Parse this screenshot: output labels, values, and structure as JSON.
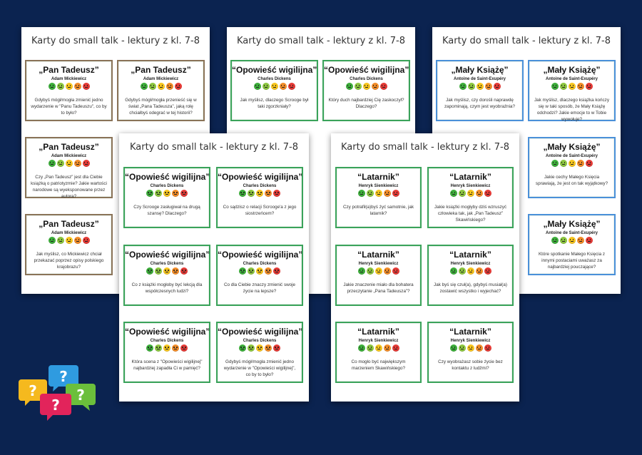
{
  "sheet_title": "Karty do small talk - lektury z kl. 7-8",
  "face_colors": [
    "#3cae3a",
    "#8cc63f",
    "#f7c51e",
    "#f28c28",
    "#e53935"
  ],
  "sheets": [
    {
      "variant": "brown",
      "cards": [
        {
          "title": "„Pan Tadeusz”",
          "author": "Adam Mickiewicz",
          "text": "Gdybyś mógł/mogła zmienić jedno wydarzenie w \"Panu Tadeuszu\", co by to było?"
        },
        {
          "title": "„Pan Tadeusz”",
          "author": "Adam Mickiewicz",
          "text": "Gdybyś mógł/mogła przenieść się w świat „Pana Tadeusza”, jaką rolę chciałbyś odegrać w tej historii?"
        },
        {
          "title": "„Pan Tadeusz”",
          "author": "Adam Mickiewicz",
          "text": "Czy „Pan Tadeusz” jest dla Ciebie książką o patriotyzmie? Jakie wartości narodowe są wyeksponowane przez autora?"
        },
        {
          "title": "„Pan Tadeusz”",
          "author": "Adam Mickiewicz",
          "text": "Jak myślisz, co Mickiewicz chciał przekazać poprzez opisy polskiego krajobrazu?"
        }
      ]
    },
    {
      "variant": "green",
      "cards": [
        {
          "title": "“Opowieść wigilijna”",
          "author": "Charles Dickens",
          "text": "Jak myślisz, dlaczego Scrooge był taki zgorzkniały?"
        },
        {
          "title": "“Opowieść wigilijna”",
          "author": "Charles Dickens",
          "text": "Który duch najbardziej Cię zaskoczył? Dlaczego?"
        }
      ]
    },
    {
      "variant": "blue",
      "cards": [
        {
          "title": "„Mały Książę”",
          "author": "Antoine de Saint-Exupéry",
          "text": "Jak myślisz, czy dorośli naprawdę zapominają, czym jest wyobraźnia?"
        },
        {
          "title": "„Mały Książę”",
          "author": "Antoine de Saint-Exupéry",
          "text": "Jak myślisz, dlaczego książka kończy się w taki sposób, że Mały Książę odchodzi? Jakie emocje to w Tobie wywołuje?"
        },
        {
          "title": "„Mały Książę”",
          "author": "Antoine de Saint-Exupéry",
          "text": "Jakie cechy Małego Księcia sprawiają, że jest on tak wyjątkowy?"
        },
        {
          "title": "„Mały Książę”",
          "author": "Antoine de Saint-Exupéry",
          "text": "Które spotkanie Małego Księcia z innymi postaciami uważasz za najbardziej pouczające?"
        }
      ]
    },
    {
      "variant": "green",
      "cards": [
        {
          "title": "“Opowieść wigilijna”",
          "author": "Charles Dickens",
          "text": "Czy Scrooge zasługiwał na drugą szansę? Dlaczego?"
        },
        {
          "title": "“Opowieść wigilijna”",
          "author": "Charles Dickens",
          "text": "Co sądzisz o relacji Scrooge'a z jego siostrzeńcem?"
        },
        {
          "title": "“Opowieść wigilijna”",
          "author": "Charles Dickens",
          "text": "Co z książki mogłoby być lekcją dla współczesnych ludzi?"
        },
        {
          "title": "“Opowieść wigilijna”",
          "author": "Charles Dickens",
          "text": "Co dla Ciebie znaczy zmienić swoje życie na lepsze?"
        },
        {
          "title": "“Opowieść wigilijna”",
          "author": "Charles Dickens",
          "text": "Która scena z \"Opowieści wigilijnej\" najbardziej zapadła Ci w pamięć?"
        },
        {
          "title": "“Opowieść wigilijna”",
          "author": "Charles Dickens",
          "text": "Gdybyś mógł/mogła zmienić jedno wydarzenie w \"Opowieści wigilijnej\", co by to było?"
        }
      ]
    },
    {
      "variant": "green",
      "cards": [
        {
          "title": "“Latarnik”",
          "author": "Henryk Sienkiewicz",
          "text": "Czy potrafił(a)byś żyć samotnie, jak latarnik?"
        },
        {
          "title": "“Latarnik”",
          "author": "Henryk Sienkiewicz",
          "text": "Jakie książki mogłyby dziś wzruszyć człowieka tak, jak „Pan Tadeusz” Skawińskiego?"
        },
        {
          "title": "“Latarnik”",
          "author": "Henryk Sienkiewicz",
          "text": "Jakie znaczenie miało dla bohatera przeczytanie „Pana Tadeusza”?"
        },
        {
          "title": "“Latarnik”",
          "author": "Henryk Sienkiewicz",
          "text": "Jak byś się czuł(a), gdybyś musiał(a) zostawić wszystko i wyjechać?"
        },
        {
          "title": "“Latarnik”",
          "author": "Henryk Sienkiewicz",
          "text": "Co mogło być największym marzeniem Skawińskiego?"
        },
        {
          "title": "“Latarnik”",
          "author": "Henryk Sienkiewicz",
          "text": "Czy wyobrażasz sobie życie bez kontaktu z ludźmi?"
        }
      ]
    }
  ]
}
